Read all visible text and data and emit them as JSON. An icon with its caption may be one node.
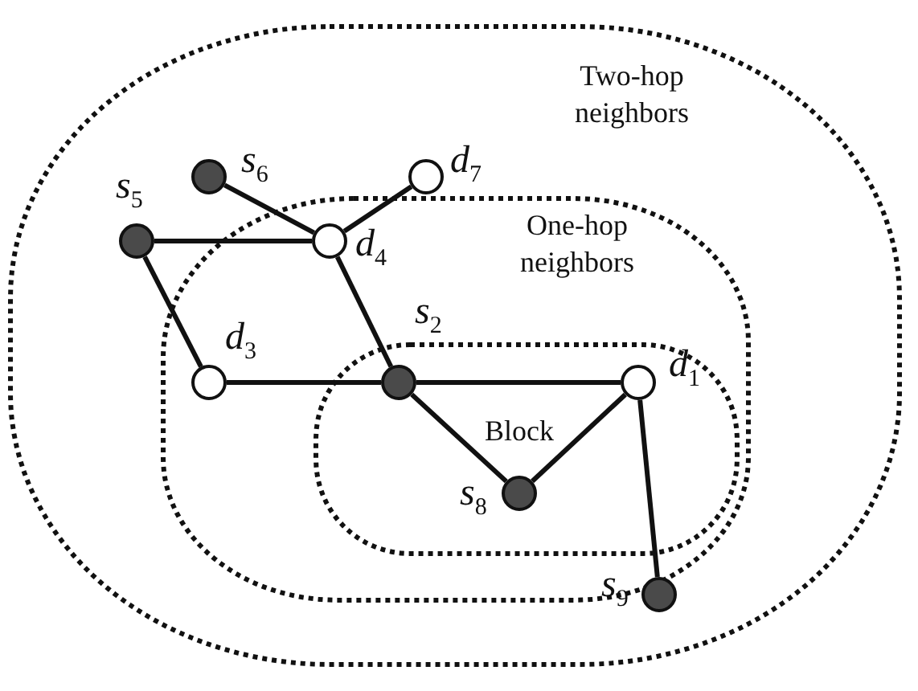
{
  "diagram": {
    "nodes": [
      {
        "text": [
          "Two-hop neighbors"
        ]
      },
      {
        "text": [
          "One-hop neighbors"
        ],
        "in": 0
      },
      {
        "text": [
          "Block"
        ],
        "in": 1
      },
      {
        "text": [],
        "shape": "circle",
        "beside": [
          "s$_{6}$"
        ],
        "in": 0
      },
      {
        "text": [],
        "shape": "circle",
        "beside": [
          "d$_{7}$"
        ],
        "in": 0
      },
      {
        "text": [],
        "shape": "circle",
        "beside": [
          "s$_{5}$"
        ],
        "in": 0
      },
      {
        "text": [],
        "shape": "circle",
        "beside": [
          "d$_{4}$"
        ],
        "in": 1
      },
      {
        "text": [],
        "shape": "circle",
        "beside": [
          "d$_{3}$"
        ],
        "in": 1
      },
      {
        "text": [],
        "shape": "circle",
        "beside": [
          "s$_{2}$"
        ],
        "in": 2
      },
      {
        "text": [],
        "shape": "circle",
        "beside": [
          "d$_{1}$"
        ],
        "in": 2
      },
      {
        "text": [],
        "shape": "circle",
        "beside": [
          "s$_{8}$"
        ],
        "in": 2
      },
      {
        "text": [],
        "shape": "circle",
        "beside": [
          "s$_{9}$"
        ],
        "in": 0
      }
    ],
    "edges": [
      {
        "from": 3,
        "to": 6,
        "arrow": "none"
      },
      {
        "from": 4,
        "to": 6,
        "arrow": "none"
      },
      {
        "from": 5,
        "to": 6,
        "arrow": "none"
      },
      {
        "from": 5,
        "to": 7,
        "arrow": "none"
      },
      {
        "from": 7,
        "to": 8,
        "arrow": "none"
      },
      {
        "from": 6,
        "to": 8,
        "arrow": "none"
      },
      {
        "from": 8,
        "to": 9,
        "arrow": "none"
      },
      {
        "from": 8,
        "to": 10,
        "arrow": "none"
      },
      {
        "from": 10,
        "to": 9,
        "arrow": "none"
      },
      {
        "from": 9,
        "to": 11,
        "arrow": "none"
      }
    ]
  }
}
